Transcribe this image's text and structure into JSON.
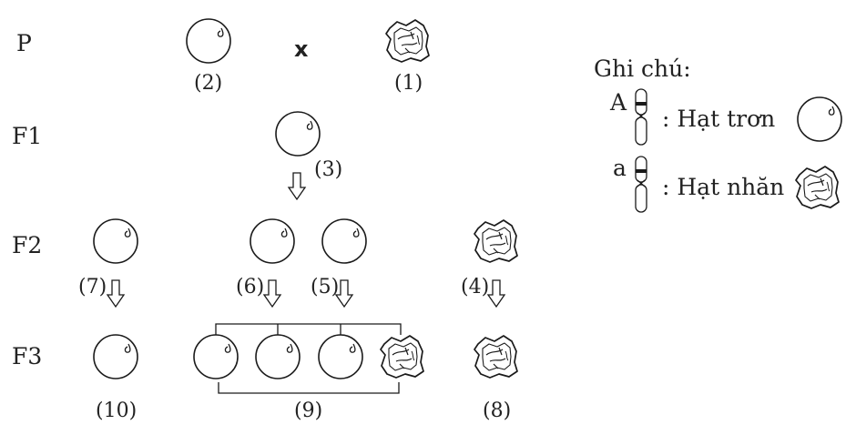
{
  "generations": {
    "p": "P",
    "f1": "F1",
    "f2": "F2",
    "f3": "F3"
  },
  "cross_symbol": "x",
  "labels": {
    "l1": "(1)",
    "l2": "(2)",
    "l3": "(3)",
    "l4": "(4)",
    "l5": "(5)",
    "l6": "(6)",
    "l7": "(7)",
    "l8": "(8)",
    "l9": "(9)",
    "l10": "(10)"
  },
  "legend": {
    "title": "Ghi chú:",
    "allele_dominant": "A",
    "allele_recessive": "a",
    "smooth_text": ": Hạt trơn",
    "wrinkled_text": ": Hạt nhăn"
  },
  "seed_types": {
    "smooth": "smooth-seed-icon",
    "wrinkled": "wrinkled-seed-icon"
  }
}
